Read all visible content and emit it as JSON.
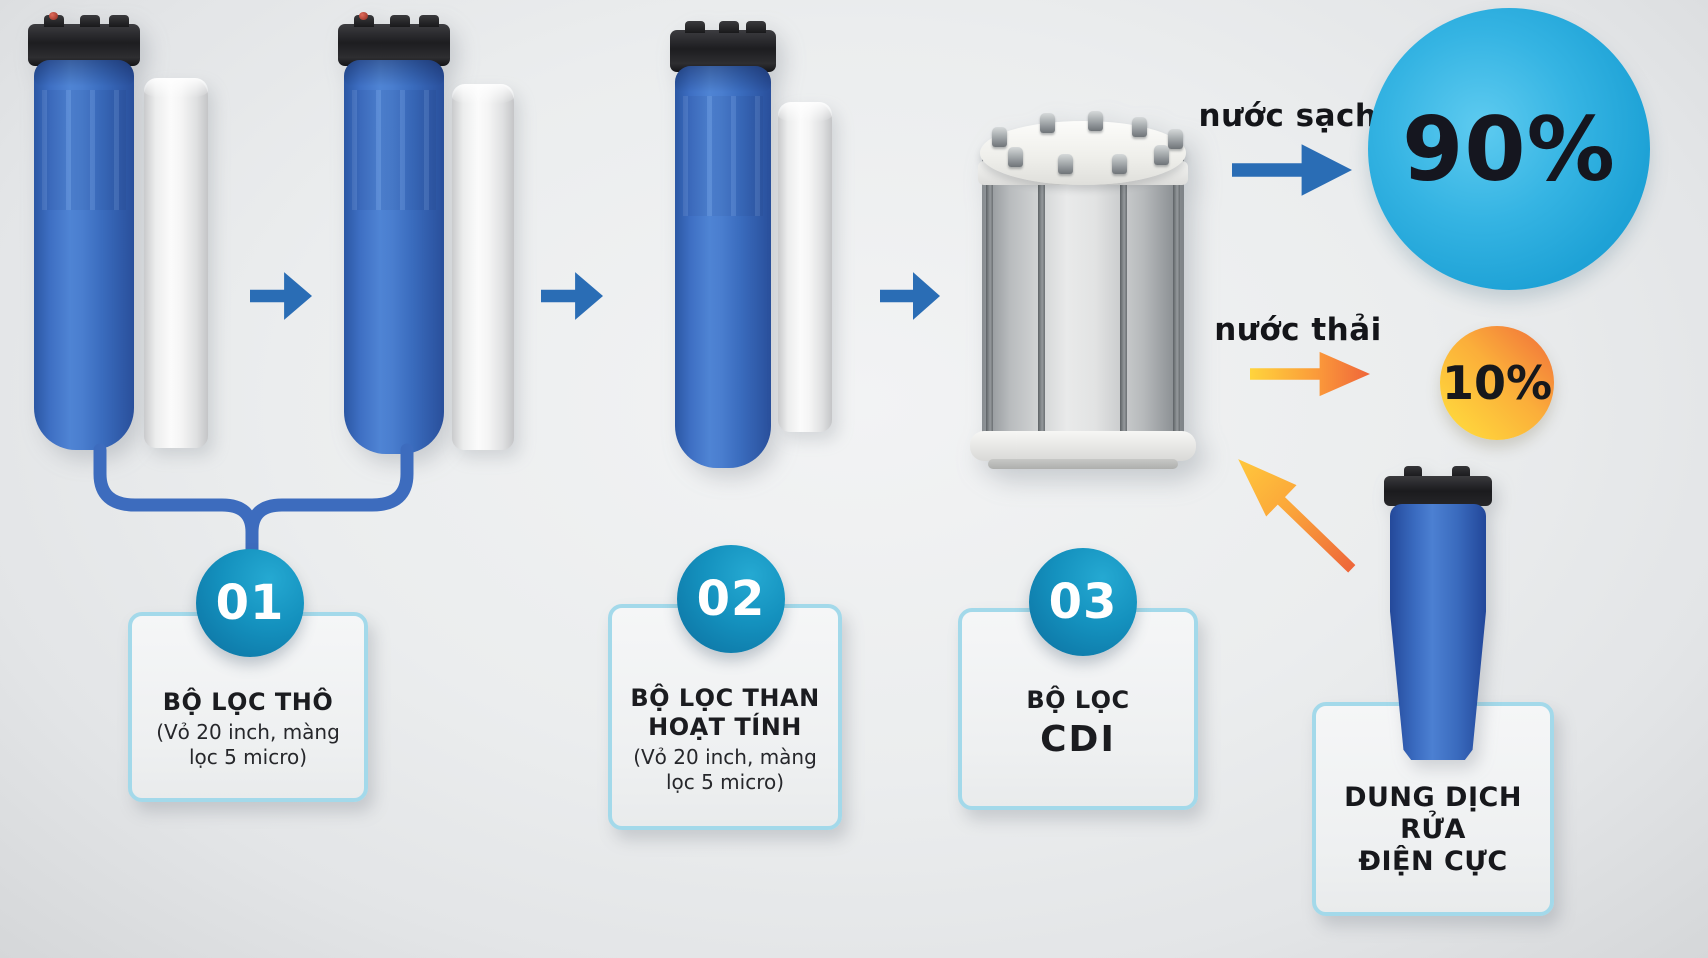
{
  "labels": {
    "clean_water": "nước sạch",
    "clean_pct": "90%",
    "waste_water": "nước thải",
    "waste_pct": "10%"
  },
  "steps": [
    {
      "number": "01",
      "title1": "BỘ LỌC THÔ",
      "sub1": "(Vỏ 20 inch, màng",
      "sub2": "lọc 5 micro)"
    },
    {
      "number": "02",
      "title1": "BỘ LỌC THAN",
      "title2": "HOẠT TÍNH",
      "sub1": "(Vỏ 20 inch, màng",
      "sub2": "lọc 5 micro)"
    },
    {
      "number": "03",
      "title1": "BỘ LỌC",
      "title2": "CDI"
    }
  ],
  "solution": {
    "line1": "DUNG DỊCH",
    "line2": "RỬA",
    "line3": "ĐIỆN CỰC"
  },
  "colors": {
    "background": "#eceeef",
    "flow_blue": "#2a6db5",
    "housing_blue": "#3e6fc3",
    "step_teal_dark": "#0c6f9f",
    "step_teal_light": "#25a9d2",
    "card_border": "#a3d9ea",
    "clean_cyan": "#35b4e3",
    "waste_yellow": "#ffda3c",
    "waste_orange": "#f1733a"
  }
}
